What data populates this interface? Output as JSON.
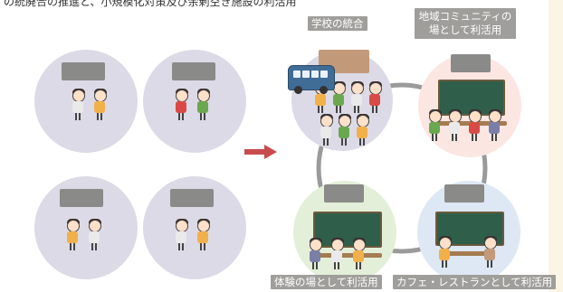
{
  "heading": "の統廃合の推進と、小規模化対策及び余剰空き施設の利活用",
  "left_panel": {
    "circles": 4
  },
  "right_panel": {
    "labels": {
      "integration": "学校の統合",
      "community": "地域コミュニティの\n場として利活用",
      "experience": "体験の場として利活用",
      "cafe": "カフェ・レストランとして利活用"
    }
  },
  "colors": {
    "left_circle": "#dcdae6",
    "integration_circle": "#dcdae6",
    "community_circle": "#fbe6e2",
    "experience_circle": "#e3efd8",
    "cafe_circle": "#dde8f4",
    "connector": "#9a9a9a",
    "arrow": "#c84c4e",
    "label_bg": "#9f9e9a",
    "school_gray": "#8a8a88",
    "school_brown": "#c29a7a"
  },
  "icons": [
    "school-building-icon",
    "child-figure-icon",
    "bus-icon",
    "chalkboard-icon",
    "table-icon",
    "arrow-right-icon"
  ]
}
